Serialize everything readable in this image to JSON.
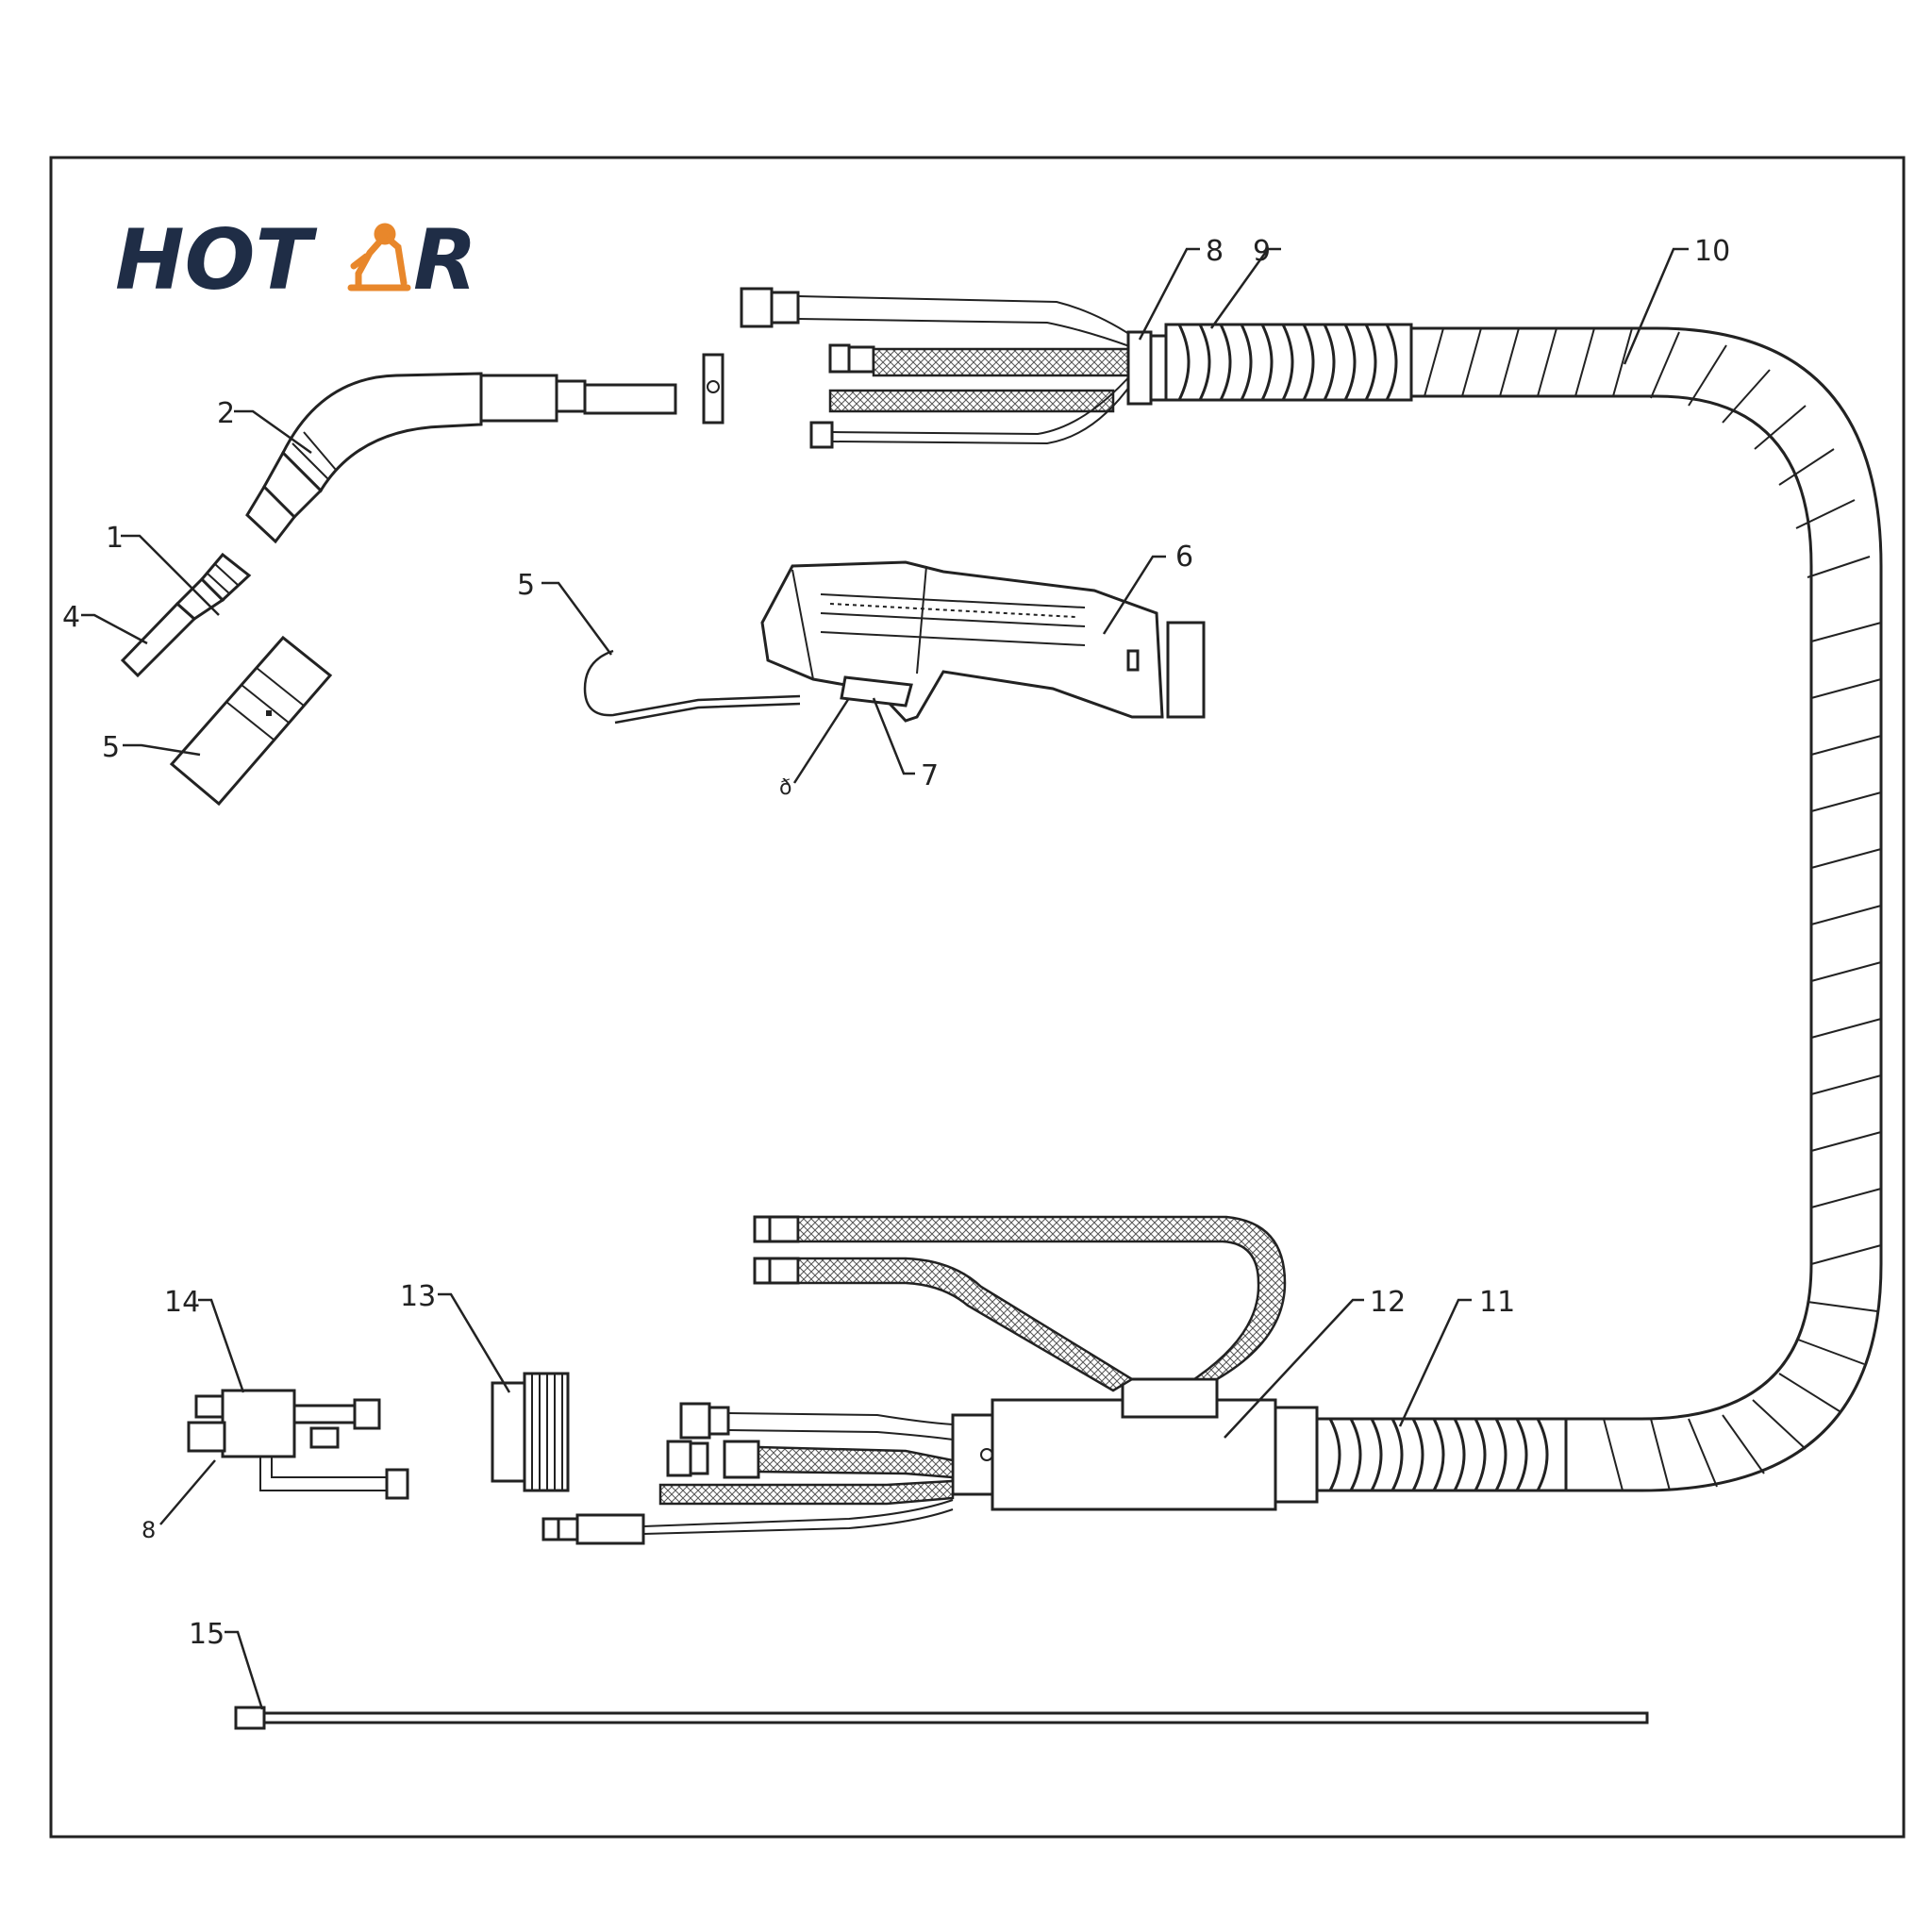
{
  "brand": {
    "left_text": "HOT",
    "right_text": "R",
    "text_color": "#1f2d46",
    "accent_color": "#e8872b"
  },
  "callouts": [
    {
      "id": "c1",
      "label": "1"
    },
    {
      "id": "c2",
      "label": "2"
    },
    {
      "id": "c4",
      "label": "4"
    },
    {
      "id": "c5a",
      "label": "5"
    },
    {
      "id": "c5b",
      "label": "5"
    },
    {
      "id": "c6",
      "label": "6"
    },
    {
      "id": "c7",
      "label": "7"
    },
    {
      "id": "c7b",
      "label": "ð"
    },
    {
      "id": "c8",
      "label": "8"
    },
    {
      "id": "c9",
      "label": "9"
    },
    {
      "id": "c10",
      "label": "10"
    },
    {
      "id": "c11",
      "label": "11"
    },
    {
      "id": "c12",
      "label": "12"
    },
    {
      "id": "c13",
      "label": "13"
    },
    {
      "id": "c14",
      "label": "14"
    },
    {
      "id": "c14b",
      "label": "8"
    },
    {
      "id": "c15",
      "label": "15"
    }
  ]
}
